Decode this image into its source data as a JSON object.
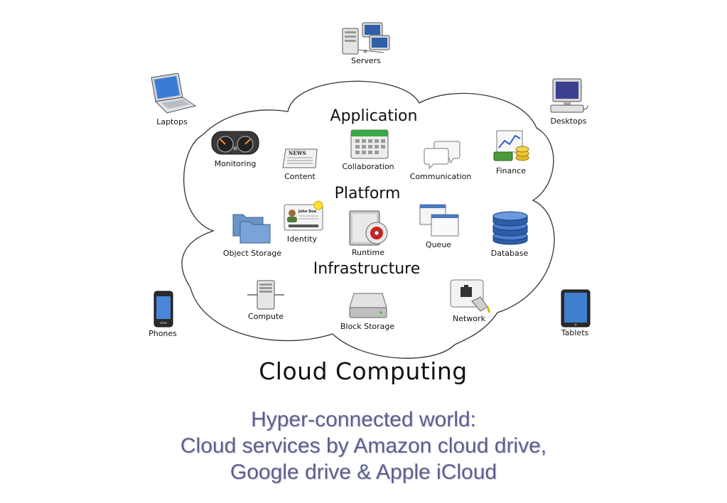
{
  "title": "Cloud Computing",
  "sections": {
    "application": "Application",
    "platform": "Platform",
    "infrastructure": "Infrastructure"
  },
  "devices": {
    "servers": "Servers",
    "laptops": "Laptops",
    "desktops": "Desktops",
    "phones": "Phones",
    "tablets": "Tablets"
  },
  "application_items": {
    "monitoring": "Monitoring",
    "content": "Content",
    "collaboration": "Collaboration",
    "communication": "Communication",
    "finance": "Finance"
  },
  "platform_items": {
    "object_storage": "Object Storage",
    "identity": "Identity",
    "runtime": "Runtime",
    "queue": "Queue",
    "database": "Database"
  },
  "infrastructure_items": {
    "compute": "Compute",
    "block_storage": "Block Storage",
    "network": "Network"
  },
  "icon_text": {
    "news": "NEWS",
    "id_name": "John Doe"
  },
  "caption": {
    "line1": "Hyper-connected world:",
    "line2": "Cloud services by Amazon cloud drive,",
    "line3": "Google drive & Apple iCloud"
  },
  "colors": {
    "caption": "#5c5f8e",
    "cloud_stroke": "#333333"
  }
}
